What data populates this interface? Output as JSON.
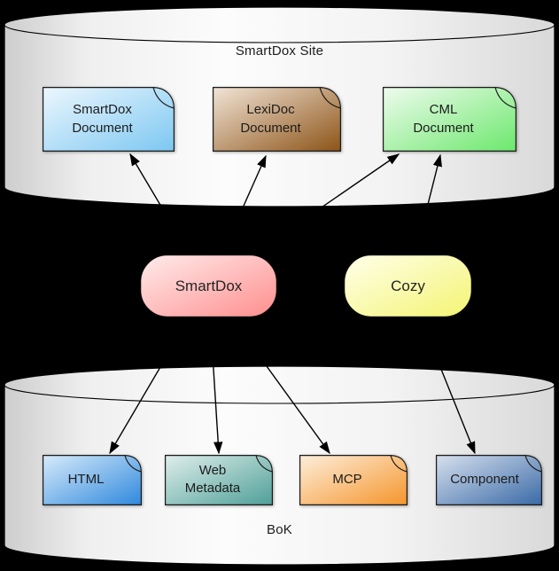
{
  "background_color": "#000000",
  "line_color": "#000000",
  "border_color": "#1a1a1a",
  "text_color": "#1c1c1c",
  "cylinder": {
    "edge_color": "#cdcdcd",
    "light_color": "#fcfcfc",
    "label_top": "SmartDox Site",
    "label_bottom": "BoK"
  },
  "top_cylinder": {
    "label": "SmartDox Site"
  },
  "bottom_cylinder": {
    "label": "BoK"
  },
  "top_documents": [
    {
      "lines": [
        "SmartDox",
        "Document"
      ],
      "color_from": "#ecf7fd",
      "color_to": "#7cc7f2"
    },
    {
      "lines": [
        "LexiDoc",
        "Document"
      ],
      "color_from": "#f1e4d6",
      "color_to": "#8d5418"
    },
    {
      "lines": [
        "CML",
        "Document"
      ],
      "color_from": "#effbef",
      "color_to": "#6ce86c"
    }
  ],
  "bottom_documents": [
    {
      "lines": [
        "HTML",
        ""
      ],
      "color_from": "#d7ebfa",
      "color_to": "#2f88dd"
    },
    {
      "lines": [
        "Web",
        "Metadata"
      ],
      "color_from": "#dfeeeb",
      "color_to": "#4f9f98"
    },
    {
      "lines": [
        "MCP",
        ""
      ],
      "color_from": "#fdeedb",
      "color_to": "#f5952b"
    },
    {
      "lines": [
        "Component",
        ""
      ],
      "color_from": "#d6e0ee",
      "color_to": "#3a6aa6"
    }
  ],
  "nodes": [
    {
      "label": "SmartDox",
      "color_from": "#ffecec",
      "color_to": "#ff8e8e"
    },
    {
      "label": "Cozy",
      "color_from": "#ffffeb",
      "color_to": "#f4f473"
    }
  ],
  "edges": [
    {
      "from": "SmartDox",
      "to": "SmartDox Document"
    },
    {
      "from": "SmartDox",
      "to": "LexiDoc Document"
    },
    {
      "from": "SmartDox",
      "to": "CML Document"
    },
    {
      "from": "Cozy",
      "to": "CML Document"
    },
    {
      "from": "SmartDox",
      "to": "HTML"
    },
    {
      "from": "SmartDox",
      "to": "Web Metadata"
    },
    {
      "from": "SmartDox",
      "to": "MCP"
    },
    {
      "from": "Cozy",
      "to": "Component"
    }
  ]
}
